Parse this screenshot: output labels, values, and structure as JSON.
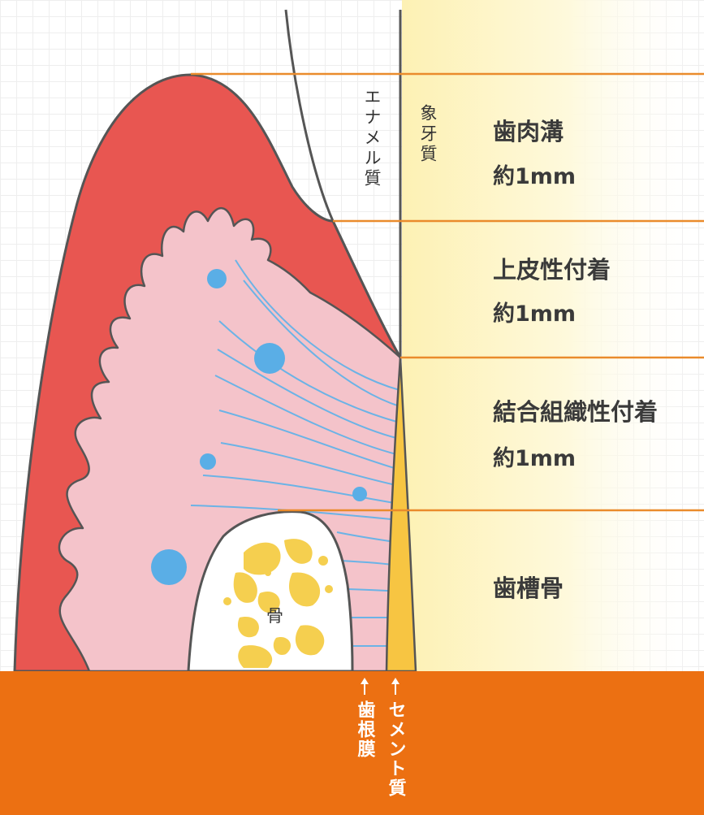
{
  "diagram": {
    "zones": [
      {
        "name": "歯肉溝",
        "value": "約1mm"
      },
      {
        "name": "上皮性付着",
        "value": "約1mm"
      },
      {
        "name": "結合組織性付着",
        "value": "約1mm"
      },
      {
        "name": "歯槽骨",
        "value": ""
      }
    ],
    "labels": {
      "enamel": "エナメル質",
      "dentin": "象牙質",
      "bone": "骨",
      "periodontal_ligament": "歯根膜",
      "cementum": "セメント質"
    },
    "colors": {
      "gum_outer": "#e85651",
      "gum_inner": "#f4c3ca",
      "dentin_yellow": "#fdf1b4",
      "cementum": "#f7c542",
      "bone_spots": "#f5cf4f",
      "divider_line": "#ea8b2c",
      "bottom_band": "#ec7012",
      "fiber_lines": "#6bb3e6",
      "blood_vessels": "#5aaee6"
    }
  }
}
